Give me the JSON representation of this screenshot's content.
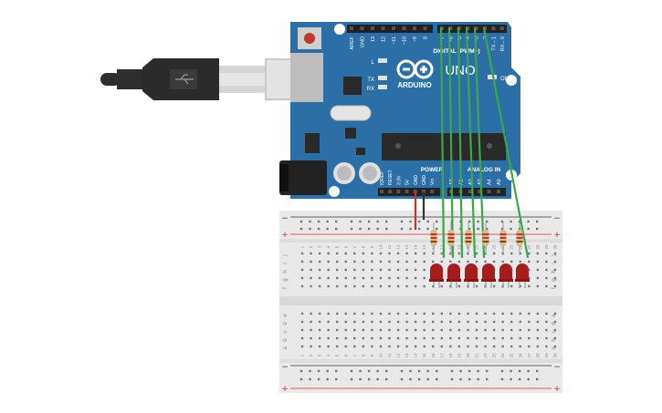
{
  "board": {
    "brand": "ARDUINO",
    "model": "UNO",
    "digital_header": "DIGITAL (PWM~)",
    "power_header": "POWER",
    "analog_header": "ANALOG IN",
    "on_label": "ON",
    "led_labels": [
      "L",
      "TX",
      "RX"
    ],
    "digital_pins": [
      "AREF",
      "GND",
      "13",
      "12",
      "~11",
      "~10",
      "~9",
      "8",
      "7",
      "~6",
      "~5",
      "4",
      "~3",
      "2",
      "TX→1",
      "RX←0"
    ],
    "power_pins": [
      "IOREF",
      "RESET",
      "3.3V",
      "5V",
      "GND",
      "GND",
      "Vin"
    ],
    "analog_pins": [
      "A0",
      "A1",
      "A2",
      "A3",
      "A4",
      "A5"
    ]
  },
  "breadboard": {
    "top_rail_signs": [
      "−",
      "+"
    ],
    "bottom_rail_signs": [
      "−",
      "+"
    ],
    "row_letters_top": [
      "j",
      "i",
      "h",
      "g",
      "f"
    ],
    "row_letters_bottom": [
      "e",
      "d",
      "c",
      "b",
      "a"
    ],
    "column_numbers": [
      "1",
      "2",
      "3",
      "4",
      "5",
      "6",
      "7",
      "8",
      "9",
      "10",
      "11",
      "12",
      "13",
      "14",
      "15",
      "16",
      "17",
      "18",
      "19",
      "20",
      "21",
      "22",
      "23",
      "24",
      "25",
      "26",
      "27",
      "28",
      "29",
      "30"
    ]
  },
  "colors": {
    "board": "#2c6fa6",
    "board_dark": "#225c8c",
    "wire_signal": "#3aa84a",
    "wire_power": "#d22b2b",
    "wire_ground": "#333333",
    "led": "#a51d1d",
    "resistor": "#d9b98a",
    "breadboard": "#e9e9e9",
    "usb_cable": "#2e2e2e"
  },
  "components": {
    "led_count": 6,
    "resistor_count": 6,
    "signal_wires": 6
  }
}
